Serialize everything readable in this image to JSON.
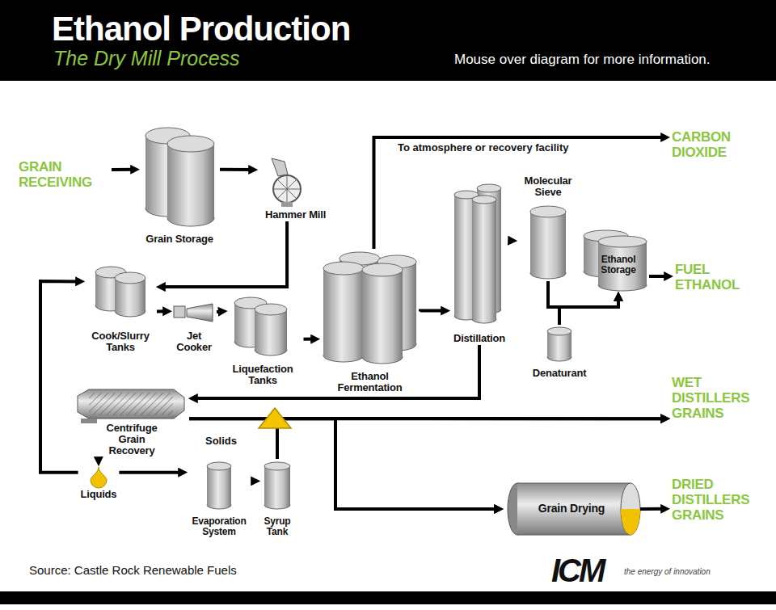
{
  "diagram": {
    "title": "Ethanol Production",
    "caption": "Source: Castle Rock Renewable Fuels",
    "nodes": [
      {
        "text": [
          "GRAIN RECEIVING"
        ]
      },
      {
        "text": [
          "Grain Storage"
        ]
      },
      {
        "text": [
          "Hammer Mill"
        ]
      },
      {
        "text": [
          "CARBON DIOXIDE"
        ]
      },
      {
        "text": [
          "Cook/Slurry Tanks"
        ]
      },
      {
        "text": [
          "Jet Cooker"
        ]
      },
      {
        "text": [
          "Liquefaction Tanks"
        ]
      },
      {
        "text": [
          "Ethanol Fermentation"
        ]
      },
      {
        "text": [
          "Distillation"
        ]
      },
      {
        "text": [
          "Molecular Sieve"
        ]
      },
      {
        "text": [
          "Ethanol Storage"
        ]
      },
      {
        "text": [
          "FUEL ETHANOL"
        ]
      },
      {
        "text": [
          "Denaturant"
        ]
      },
      {
        "text": [
          "Centrifuge Grain Recovery"
        ]
      },
      {
        "text": [
          "WET DISTILLERS GRAINS"
        ]
      },
      {
        "text": [
          "Liquids"
        ]
      },
      {
        "text": [
          "Evaporation System"
        ]
      },
      {
        "text": [
          "Syrup Tank"
        ]
      },
      {
        "text": [
          "Grain Drying"
        ]
      },
      {
        "text": [
          "DRIED DISTILLERS GRAINS"
        ]
      }
    ],
    "edges": [
      {
        "from": 0,
        "to": 1,
        "arrow": "to"
      },
      {
        "from": 1,
        "to": 2,
        "arrow": "to"
      },
      {
        "from": 2,
        "to": 4,
        "arrow": "to"
      },
      {
        "from": 4,
        "to": 5,
        "arrow": "to"
      },
      {
        "from": 5,
        "to": 6,
        "arrow": "to"
      },
      {
        "from": 6,
        "to": 7,
        "arrow": "to"
      },
      {
        "from": 7,
        "to": 3,
        "label": "To atmosphere or recovery facility",
        "arrow": "to"
      },
      {
        "from": 7,
        "to": 8,
        "arrow": "to"
      },
      {
        "from": 8,
        "to": 9,
        "arrow": "to"
      },
      {
        "from": 9,
        "to": 10,
        "arrow": "to"
      },
      {
        "from": 12,
        "to": 10,
        "arrow": "to"
      },
      {
        "from": 10,
        "to": 11,
        "arrow": "to"
      },
      {
        "from": 8,
        "to": 13,
        "arrow": "to"
      },
      {
        "from": 13,
        "to": 15,
        "arrow": "to"
      },
      {
        "from": 15,
        "to": 4,
        "arrow": "to"
      },
      {
        "from": 15,
        "to": 16,
        "arrow": "to"
      },
      {
        "from": 16,
        "to": 17,
        "arrow": "to"
      },
      {
        "from": 13,
        "to": 14,
        "label": "Solids",
        "arrow": "to"
      },
      {
        "from": 13,
        "to": 18,
        "arrow": "to"
      },
      {
        "from": 17,
        "to": 14,
        "arrow": "to"
      },
      {
        "from": 17,
        "to": 18,
        "arrow": "to"
      },
      {
        "from": 18,
        "to": 19,
        "arrow": "to"
      }
    ],
    "labels": [
      "The Dry Mill Process",
      "Mouse over diagram for more information.",
      "ICM",
      "the energy of innovation"
    ]
  }
}
